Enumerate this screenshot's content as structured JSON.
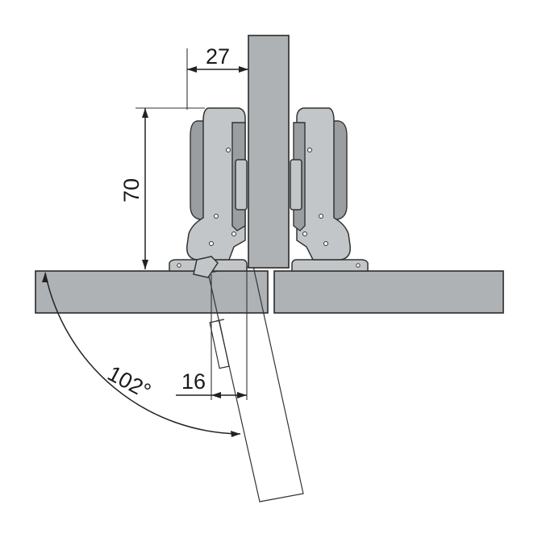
{
  "diagram": {
    "dimensions": {
      "top_width": "27",
      "height": "70",
      "overlay": "16",
      "opening_angle": "102°"
    },
    "colors": {
      "panel_fill": "#aeb2b5",
      "hinge_fill": "#c3c6c8",
      "outline": "#2a2a2a",
      "background": "#ffffff"
    }
  }
}
